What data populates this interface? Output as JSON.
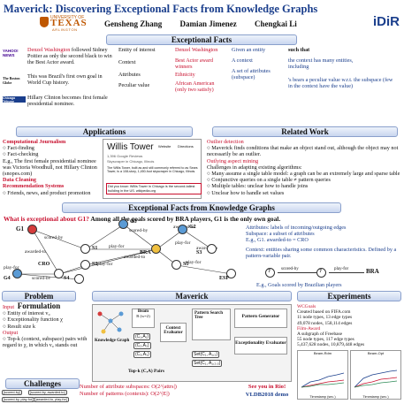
{
  "header": {
    "title": "Maverick: Discovering Exceptional Facts from Knowledge Graphs",
    "univ_of": "UNIVERSITY OF",
    "univ_name": "TEXAS",
    "univ_campus": "ARLINGTON",
    "authors": [
      "Gensheng Zhang",
      "Damian Jimenez",
      "Chengkai Li"
    ],
    "lab_logo": "iDiR"
  },
  "sections": {
    "exceptional_facts": "Exceptional Facts",
    "applications": "Applications",
    "related_work": "Related Work",
    "efkg": "Exceptional Facts from Knowledge Graphs",
    "problem": "Problem Formulation",
    "maverick": "Maverick",
    "experiments": "Experiments",
    "challenges": "Challenges"
  },
  "facts": {
    "news_logos": [
      "YAHOO! NEWS",
      "The Boston Globe",
      "Chicago Tribune"
    ],
    "items": [
      [
        "Denzel Washington",
        " followed Sidney Poitier as only the second black to win the Best Actor award."
      ],
      [
        "",
        "This was Brazil's first own goal in World Cup history."
      ],
      [
        "",
        "Hillary Clinton becomes first female presidential nominee."
      ]
    ],
    "table_keys": [
      "Entity of interest",
      "Context",
      "Attributes",
      "Peculiar value"
    ],
    "table_vals": [
      "Denzel Washington",
      "Best Actor award winners",
      "Ethnicity",
      "African American (only two satisfy)"
    ],
    "given_lines": [
      "Given an entity",
      "A context",
      "A set of attributes (subspace)",
      "such that",
      "the context has many entities, including",
      "'s bears a peculiar value w.r.t. the subspace (few in the context have the value)"
    ]
  },
  "applications": {
    "cj_head": "Computational Journalism",
    "cj_items": [
      "Fact-finding",
      "Fact-checking"
    ],
    "cj_example": "E.g., The first female presidential nominee was Victoria Woodhull, not Hillary Clinton (snopes.com)",
    "dc_head": "Data Cleaning",
    "rs_head": "Recommendation Systems",
    "rs_items": [
      "Friends, news, and product promotion"
    ],
    "shot_title": "Willis Tower",
    "shot_sub": "1,396 Google Reviews",
    "shot_line": "Skyscraper in Chicago, Illinois",
    "shot_text": "The Willis Tower, built as and still commonly referred to as Sears Tower, is a 108-story, 1,450-foot skyscraper in Chicago, Illinois.",
    "shot_fact": "Did you know: Willis Tower in Chicago is the second-tallest building in the US. wikipedia.org",
    "shot_tabs": [
      "Website",
      "Directions"
    ]
  },
  "related": {
    "od_head": "Outlier detection",
    "od_items": [
      "Maverick finds conditions that make an object stand out, although the object may not necessarily be an outlier."
    ],
    "oam_head": "Outlying aspect mining",
    "oam_intro": "Challenges in adapting existing algorithms:",
    "oam_items": [
      "Many assume a single table model: a graph can be an extremely large and sparse table",
      "Conjunctive queries on a single table ≠ pattern queries",
      "Multiple tables: unclear how to handle joins",
      "Unclear how to handle set values"
    ]
  },
  "efkg": {
    "question": "What is exceptional about G1?",
    "answer": "Among all the goals scored by BRA players, G1 is the only own goal.",
    "graph_nodes": [
      "G1",
      "G3",
      "G2",
      "G4",
      "S1",
      "S2",
      "S3",
      "S4",
      "S5",
      "CRO",
      "BRA",
      "ESP"
    ],
    "graph_edges": [
      "scored-by",
      "awarded-to",
      "play-for",
      "play-for",
      "scored-by",
      "awarded-to",
      "play-for",
      "awarded-to",
      "play-for",
      "scored-by",
      "play-for",
      "awarded-to",
      "play-for",
      "scored-by"
    ],
    "attr_line": "Attributes: labels of incoming/outgoing edges",
    "subspace_line": "Subspace: a subset of attributes",
    "eg_line": "E.g., G1. awarded-to = CRO",
    "context_line": "Context: entities sharing some common characteristics. Defined by a pattern-variable pair.",
    "pattern_nodes": [
      "?",
      "?",
      "BRA"
    ],
    "pattern_edges": [
      "scored-by",
      "play-for"
    ],
    "pattern_caption": "E.g., Goals scored by Brazilian players"
  },
  "problem": {
    "input_head": "Input",
    "inputs": [
      "Entity of interest v₀",
      "Exceptionality function χ",
      "Result size k"
    ],
    "output_head": "Output",
    "outputs": [
      "Top-k (context, subspace) pairs with regard to χ, in which v₀ stands out"
    ]
  },
  "maverick": {
    "kg_label": "Knowledge Graph",
    "beam_label": "Beam",
    "beam_eq": "B (w=2)",
    "cp_labels": [
      "(C₁,A₁)",
      "(C₂,A₂)",
      "(C₃,A₃)"
    ],
    "context_eval": "Context Evaluator",
    "pst": "Pattern Search Tree",
    "pattern_gen": "Pattern Generator",
    "exc_eval": "Exceptionality Evaluator",
    "topk": "Top-k (C,A) Pairs",
    "rows": [
      "Set(C₁, A₁,₂)",
      "Set(C₁, A₁,₂,₃)"
    ]
  },
  "experiments": {
    "wc_head": "WCGoals",
    "wc_lines": [
      "Created based on FIFA.com",
      "11 node types, 13 edge types",
      "49,078 nodes, 158,114 edges"
    ],
    "fb_head": "Film-Award",
    "fb_lines": [
      "A subgraph of Freebase",
      "55 node types, 117 edge types",
      "5,437,628 nodes, 10,879,448 edges"
    ],
    "chart_labels": [
      "Beam-Rdm",
      "Beam-Opt",
      "Timestamp (sec.)",
      "Timestamp (sec.)"
    ]
  },
  "challenges": {
    "items": [
      "Number of attribute subspaces: O(2^|attrs|)",
      "Number of patterns (contexts): O(2^|E|)"
    ],
    "tree_nodes": [
      "[scored-by]",
      "[scored-by, awarded-to]",
      "[scored-by, awarded-to]",
      "[scored-by, play-for]",
      "[awarded-to, play-for]",
      "[scored-by, awarded-to, play-for]"
    ]
  },
  "footer": {
    "rio": "See you in Rio!",
    "demo": "VLDB2018 demo"
  }
}
